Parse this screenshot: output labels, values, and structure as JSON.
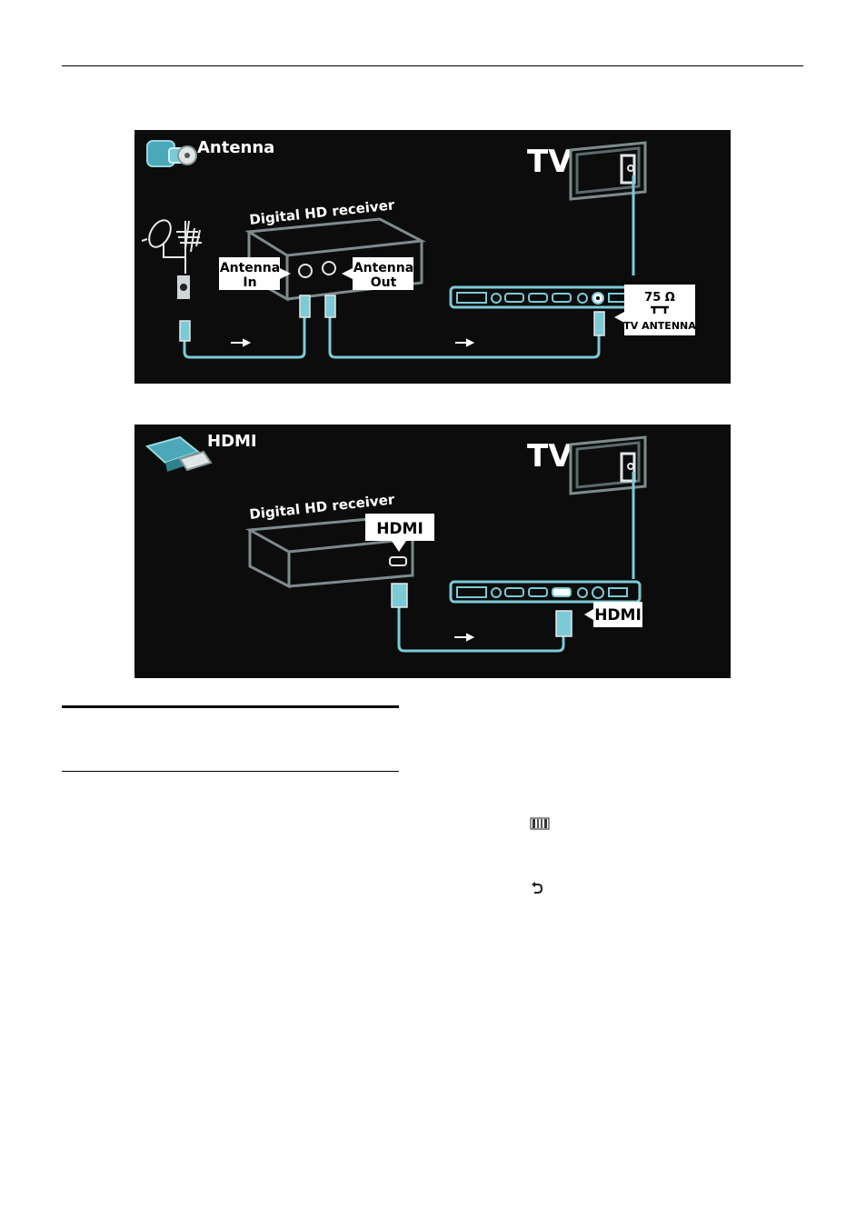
{
  "figures": {
    "antenna": {
      "title": "Antenna",
      "tv_label": "TV",
      "receiver_label": "Digital HD receiver",
      "antenna_in": [
        "Antenna",
        "In"
      ],
      "antenna_out": [
        "Antenna",
        "Out"
      ],
      "tv_port": [
        "75 Ω",
        "TV ANTENNA"
      ]
    },
    "hdmi": {
      "title": "HDMI",
      "tv_label": "TV",
      "receiver_label": "Digital HD receiver",
      "receiver_port": "HDMI",
      "tv_port": "HDMI"
    }
  },
  "icons": [
    "media-browser-icon",
    "back-icon"
  ]
}
